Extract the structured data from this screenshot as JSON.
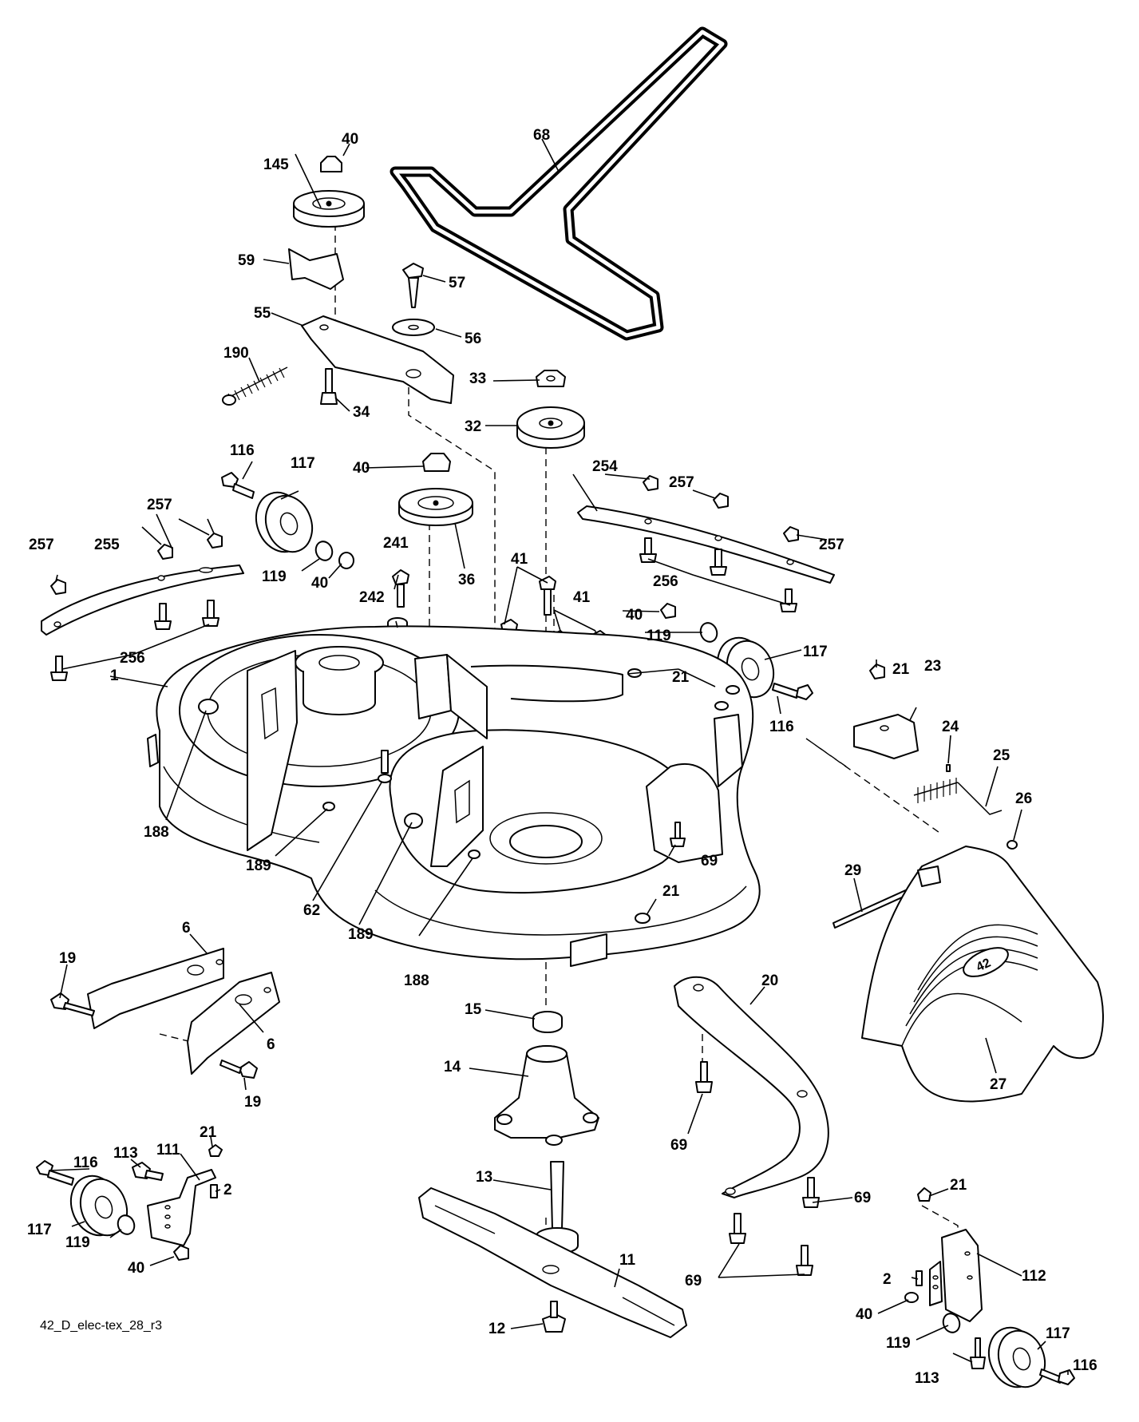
{
  "diagram": {
    "code": "42_D_elec-tex_28_r3",
    "deck_emblem": "42",
    "callouts": {
      "c1": "1",
      "c2a": "2",
      "c2b": "2",
      "c6a": "6",
      "c6b": "6",
      "c11": "11",
      "c12": "12",
      "c13": "13",
      "c14": "14",
      "c15": "15",
      "c19a": "19",
      "c19b": "19",
      "c20": "20",
      "c21a": "21",
      "c21b": "21",
      "c21c": "21",
      "c21d": "21",
      "c21e": "21",
      "c23": "23",
      "c24": "24",
      "c25": "25",
      "c26": "26",
      "c27": "27",
      "c29": "29",
      "c32": "32",
      "c33": "33",
      "c34": "34",
      "c36": "36",
      "c40a": "40",
      "c40b": "40",
      "c40c": "40",
      "c40d": "40",
      "c40e": "40",
      "c40f": "40",
      "c41a": "41",
      "c41b": "41",
      "c55": "55",
      "c56": "56",
      "c57": "57",
      "c59": "59",
      "c62": "62",
      "c68": "68",
      "c69a": "69",
      "c69b": "69",
      "c69c": "69",
      "c69d": "69",
      "c111": "111",
      "c112": "112",
      "c113a": "113",
      "c113b": "113",
      "c116a": "116",
      "c116b": "116",
      "c116c": "116",
      "c116d": "116",
      "c117a": "117",
      "c117b": "117",
      "c117c": "117",
      "c117d": "117",
      "c119a": "119",
      "c119b": "119",
      "c119c": "119",
      "c119d": "119",
      "c145": "145",
      "c188a": "188",
      "c188b": "188",
      "c189a": "189",
      "c189b": "189",
      "c190": "190",
      "c241": "241",
      "c242": "242",
      "c254": "254",
      "c255": "255",
      "c256a": "256",
      "c256b": "256",
      "c257a": "257",
      "c257b": "257",
      "c257c": "257"
    }
  }
}
